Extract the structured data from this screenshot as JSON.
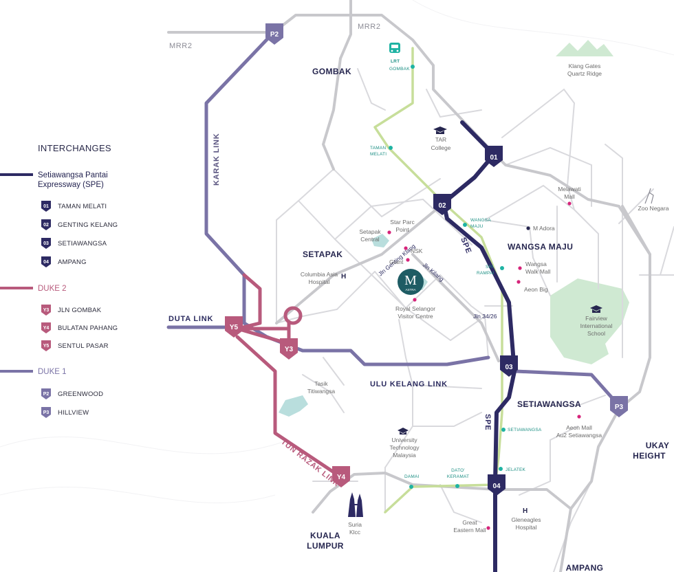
{
  "legend": {
    "heading": "INTERCHANGES",
    "groups": [
      {
        "title_line1": "Setiawangsa Pantai",
        "title_line2": "Expressway (SPE)",
        "color": "#2d2a63",
        "items": [
          {
            "code": "01",
            "label": "TAMAN MELATI"
          },
          {
            "code": "02",
            "label": "GENTING KELANG"
          },
          {
            "code": "03",
            "label": "SETIAWANGSA"
          },
          {
            "code": "04",
            "label": "AMPANG"
          }
        ]
      },
      {
        "title_line1": "DUKE 2",
        "title_line2": "",
        "color": "#b85a7c",
        "items": [
          {
            "code": "Y3",
            "label": "JLN GOMBAK"
          },
          {
            "code": "Y4",
            "label": "BULATAN PAHANG"
          },
          {
            "code": "Y5",
            "label": "SENTUL PASAR"
          }
        ]
      },
      {
        "title_line1": "DUKE 1",
        "title_line2": "",
        "color": "#7a73a6",
        "items": [
          {
            "code": "P2",
            "label": "GREENWOOD"
          },
          {
            "code": "P3",
            "label": "HILLVIEW"
          }
        ]
      }
    ]
  },
  "areas": {
    "gombak": "GOMBAK",
    "setapak": "SETAPAK",
    "wangsa_maju": "WANGSA MAJU",
    "setiawangsa": "SETIAWANGSA",
    "ukay_1": "UKAY",
    "ukay_2": "HEIGHT",
    "kl_1": "KUALA",
    "kl_2": "LUMPUR",
    "ampang": "AMPANG"
  },
  "roads": {
    "mrr2_left": "MRR2",
    "mrr2_top": "MRR2",
    "karak_link": "KARAK LINK",
    "duta_link": "DUTA LINK",
    "ulu_kelang_link": "ULU KELANG LINK",
    "tun_razak_link": "TUN RAZAK LINK",
    "spe_upper": "SPE",
    "spe_lower": "SPE",
    "jln_genting_klang": "Jln Genting Klang",
    "jln_kilang": "Jln Kilang",
    "jln_34_26": "Jln 34/26"
  },
  "pois": {
    "klang_gates_1": "Klang Gates",
    "klang_gates_2": "Quartz Ridge",
    "tar_college_1": "TAR",
    "tar_college_2": "College",
    "melawati_1": "Melawati",
    "melawati_2": "Mall",
    "zoo_negara": "Zoo Negara",
    "m_adora": "M Adora",
    "star_parc_1": "Star Parc",
    "star_parc_2": "Point",
    "setapak_central_1": "Setapak",
    "setapak_central_2": "Central",
    "nsk": "NSK",
    "giant": "Giant",
    "columbia_1": "Columbia Asia",
    "columbia_2": "Hospital",
    "wangsa_walk_1": "Wangsa",
    "wangsa_walk_2": "Walk Mall",
    "aeon_big": "Aeon Big",
    "fairview_1": "Fairview",
    "fairview_2": "International",
    "fairview_3": "School",
    "royal_selangor_1": "Royal Selangor",
    "royal_selangor_2": "Visitor Centre",
    "tasik_1": "Tasik",
    "tasik_2": "Titiwangsa",
    "utm_1": "University",
    "utm_2": "Technology",
    "utm_3": "Malaysia",
    "aeon_mall_1": "Aeon Mall",
    "aeon_mall_2": "Au2 Setiawangsa",
    "suria_1": "Suria",
    "suria_2": "Klcc",
    "gleneagles_1": "Gleneagles",
    "gleneagles_2": "Hospital",
    "great_eastern_1": "Great",
    "great_eastern_2": "Eastern Mall",
    "hospital_marker": "H"
  },
  "stations": {
    "lrt": "LRT",
    "gombak": "GOMBAK",
    "taman_melati_1": "TAMAN",
    "taman_melati_2": "MELATI",
    "wangsa_maju_1": "WANGSA",
    "wangsa_maju_2": "MAJU",
    "sri_rampai_1": "SRI",
    "sri_rampai_2": "RAMPAI",
    "setiawangsa": "SETIAWANGSA",
    "jelatek": "JELATEK",
    "dato_keramat_1": "DATO'",
    "dato_keramat_2": "KERAMAT",
    "damai": "DAMAI"
  },
  "badges": {
    "spe_01": "01",
    "spe_02": "02",
    "spe_03": "03",
    "spe_04": "04",
    "y3": "Y3",
    "y4": "Y4",
    "y5": "Y5",
    "p2": "P2",
    "p3": "P3"
  },
  "project": {
    "logo_letter": "M",
    "logo_word": "ASTRA"
  },
  "colors": {
    "spe": "#2d2a63",
    "duke2": "#b85a7c",
    "duke1": "#7a73a6",
    "road": "#c8c8cc",
    "minor_road": "#d9d9dd",
    "lrt": "#c7de9a",
    "station_dot": "#1fb3a3",
    "poi_dot": "#d6247a",
    "green_area": "#cfe9d2",
    "lake": "#b9dedd",
    "logo_bg": "#1e5c64"
  }
}
